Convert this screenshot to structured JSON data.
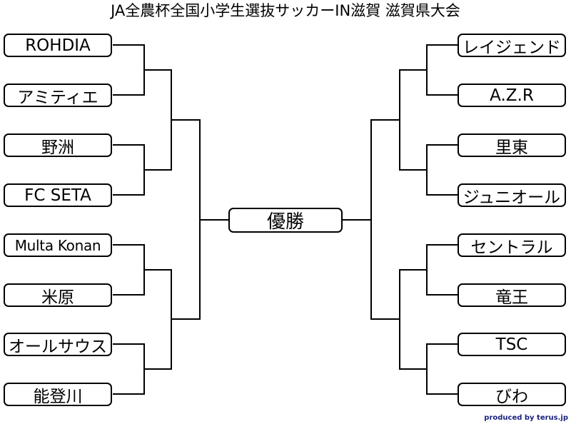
{
  "title": "JA全農杯全国小学生選抜サッカーIN滋賀 滋賀県大会",
  "final": {
    "label": "優勝"
  },
  "left_teams": [
    "ROHDIA",
    "アミティエ",
    "野洲",
    "FC SETA",
    "Multa Konan",
    "米原",
    "オールサウス",
    "能登川"
  ],
  "right_teams": [
    "レイジェンド",
    "A.Z.R",
    "里東",
    "ジュニオール",
    "セントラル",
    "竜王",
    "TSC",
    "びわ"
  ],
  "credit": "produced by terus.jp"
}
